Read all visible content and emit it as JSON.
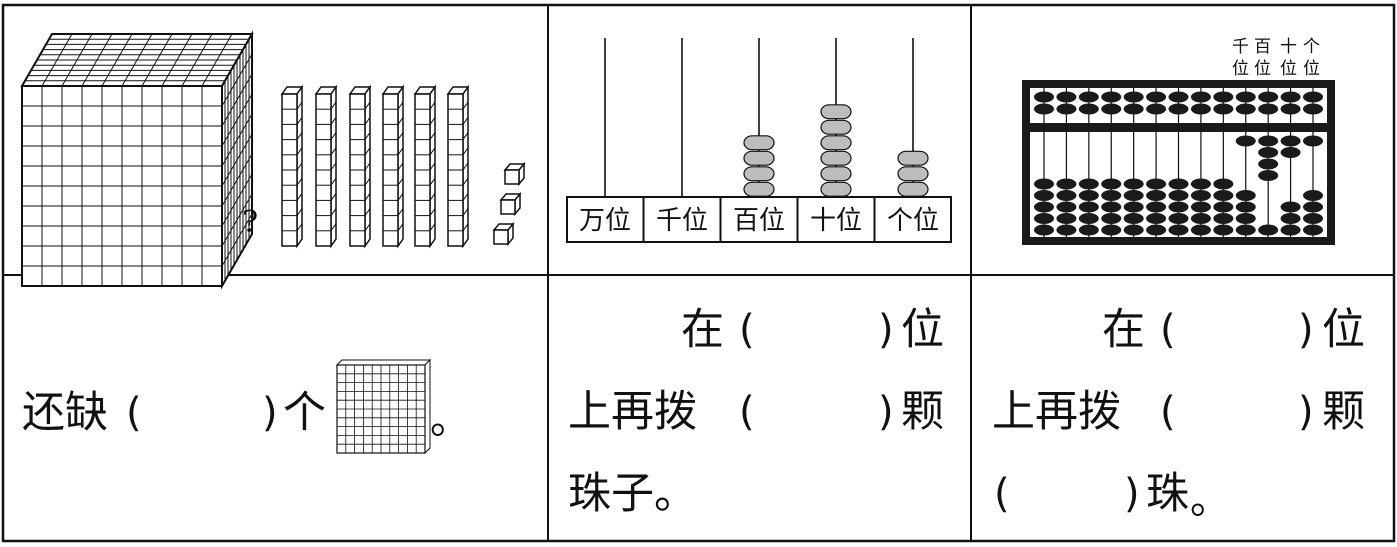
{
  "panel_1": {
    "question_mark": "?",
    "answer": {
      "prefix": "还缺",
      "open_paren": "(",
      "close_paren": ")",
      "measure_word": "个",
      "period": "。"
    }
  },
  "panel_2": {
    "place_labels": [
      "万位",
      "千位",
      "百位",
      "十位",
      "个位"
    ],
    "beads_per_rod": [
      0,
      0,
      4,
      6,
      3
    ],
    "answer": {
      "line1_prefix": "在",
      "line1_suffix": "位",
      "line2_prefix": "上再拨",
      "line2_suffix": "颗",
      "line3": "珠子。",
      "open_paren": "(",
      "close_paren": ")"
    }
  },
  "panel_3": {
    "place_labels_top": [
      "千",
      "百",
      "十",
      "个"
    ],
    "place_labels_bottom": [
      "位",
      "位",
      "位",
      "位"
    ],
    "answer": {
      "line1_prefix": "在",
      "line1_suffix": "位",
      "line2_prefix": "上再拨",
      "line2_suffix": "颗",
      "line3_suffix": "珠",
      "period": "。",
      "open_paren": "(",
      "close_paren": ")"
    }
  },
  "colors": {
    "ink": "#111111",
    "bead_gray": "#bdbdbd",
    "abacus_frame": "#1a1a1a"
  }
}
